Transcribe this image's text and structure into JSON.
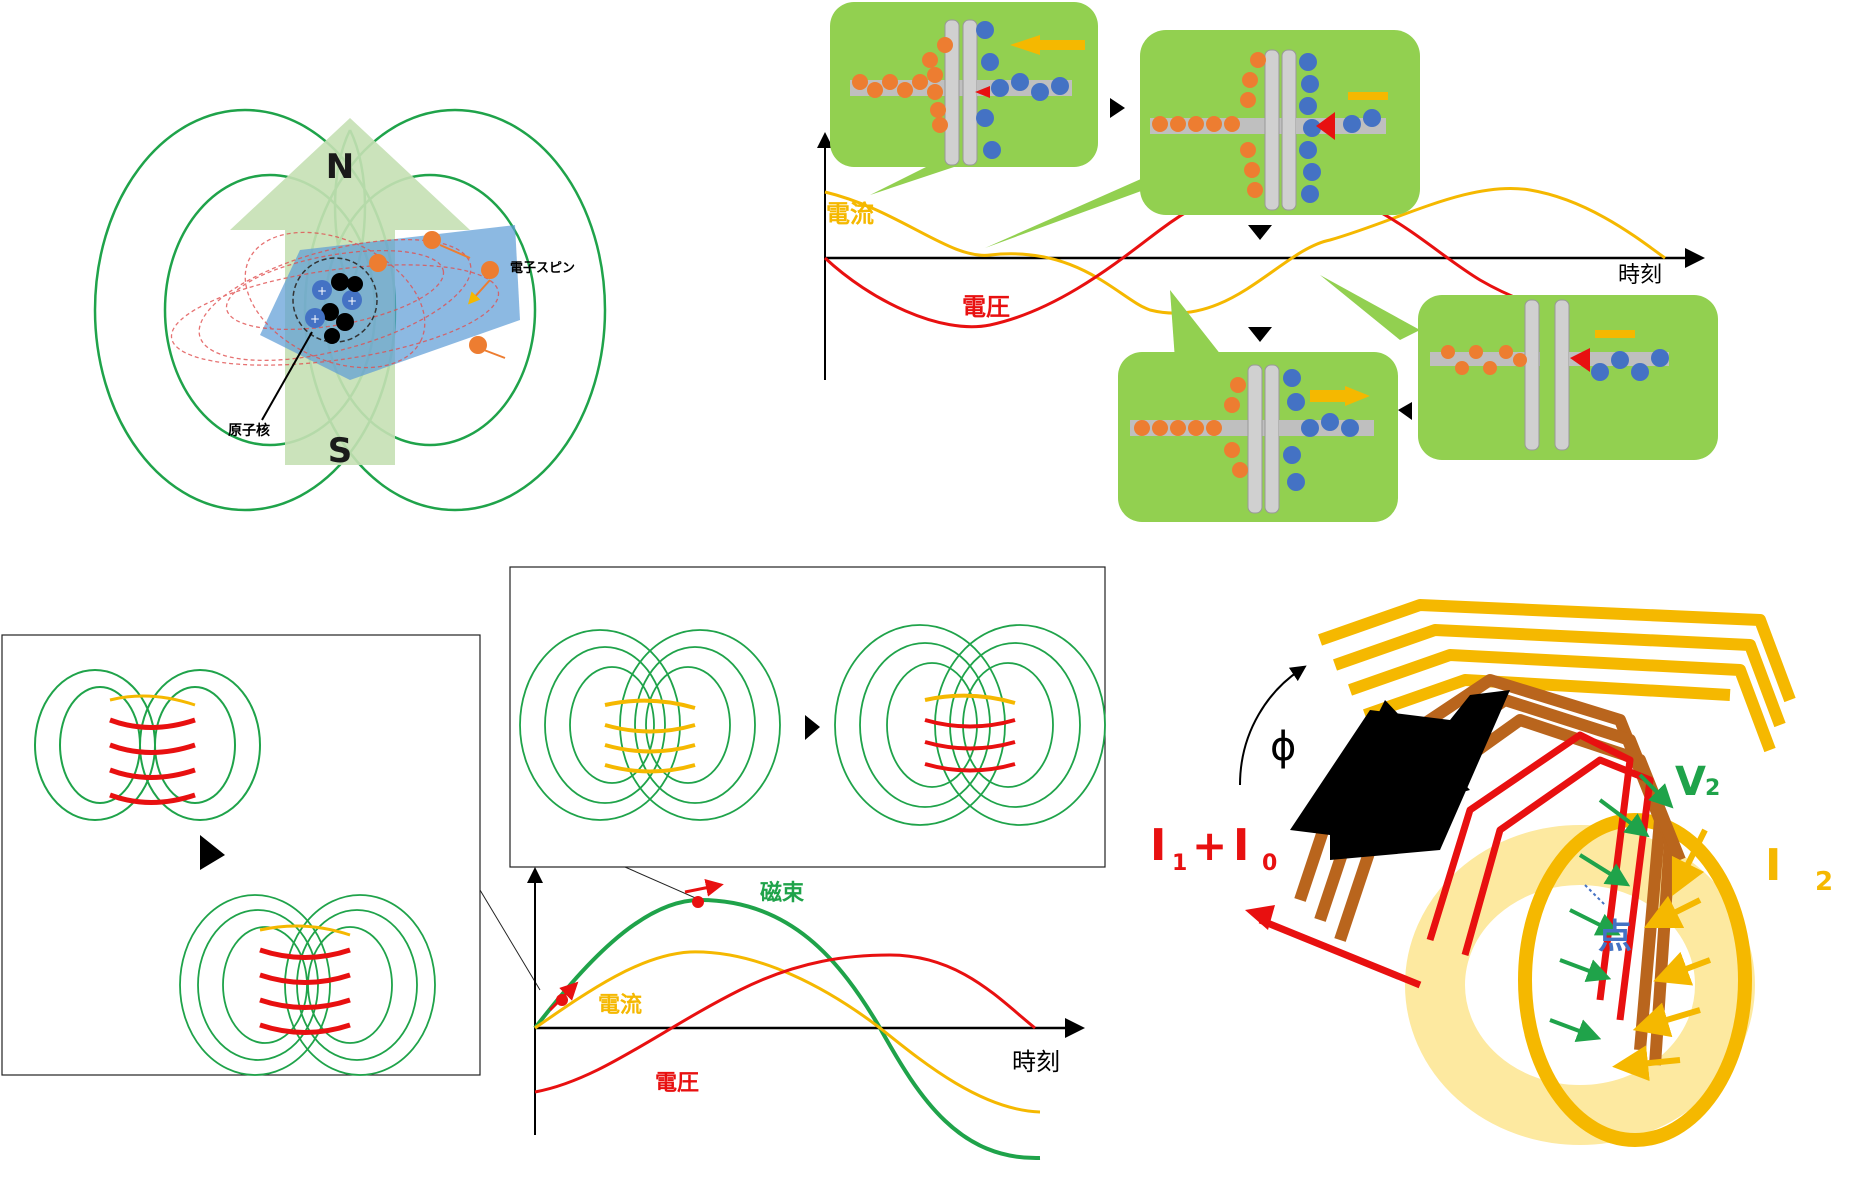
{
  "magnet": {
    "north_label": "N",
    "south_label": "S",
    "nucleus_label": "原子核",
    "electron_spin_label": "電子スピン"
  },
  "capacitor_chart": {
    "current_label": "電流",
    "voltage_label": "電圧",
    "time_label": "時刻"
  },
  "inductor_chart": {
    "flux_label": "磁束",
    "current_label": "電流",
    "voltage_label": "電圧",
    "time_label": "時刻"
  },
  "transformer": {
    "phi_label": "ϕ",
    "primary_current_main": "I",
    "primary_sub1": "1",
    "primary_plus": "+",
    "primary_main2": "I",
    "primary_sub0": "0",
    "v2_main": "V",
    "v2_sub": "2",
    "i2_main": "I",
    "i2_sub": "2",
    "point_label": "点"
  },
  "colors": {
    "field_line": "#1fa34a",
    "current": "#f5b800",
    "voltage": "#e81010",
    "flux": "#1fa34a",
    "balloon": "#92d050",
    "arrow_fill": "#c5e0b4",
    "electron": "#ed7d31",
    "proton": "#4472c4",
    "copper": "#b9651d"
  }
}
